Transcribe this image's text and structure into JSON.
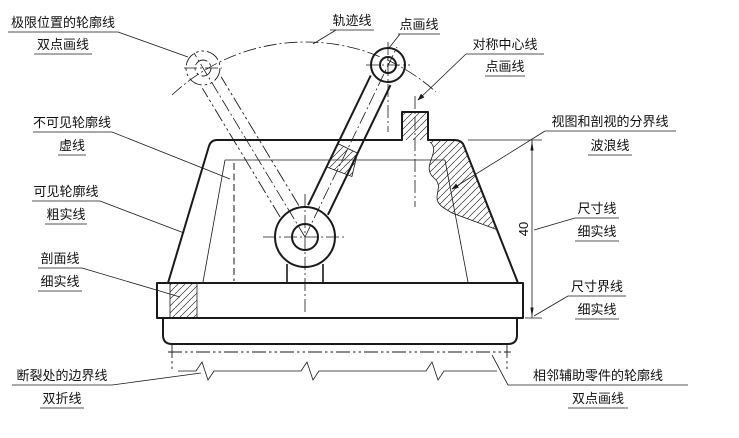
{
  "colors": {
    "ink": "#1a1a1a",
    "paper": "#ffffff"
  },
  "labels": {
    "limit_position": {
      "name": "极限位置的轮廓线",
      "type": "双点画线"
    },
    "trajectory": {
      "name": "轨迹线",
      "type": "点画线"
    },
    "symmetry_center": {
      "name": "对称中心线",
      "type": "点画线"
    },
    "invisible_contour": {
      "name": "不可见轮廓线",
      "type": "虚线"
    },
    "visible_contour": {
      "name": "可见轮廓线",
      "type": "粗实线"
    },
    "section_hatch": {
      "name": "剖面线",
      "type": "细实线"
    },
    "view_section_boundary": {
      "name": "视图和剖视的分界线",
      "type": "波浪线"
    },
    "dimension_line": {
      "name": "尺寸线",
      "type": "细实线"
    },
    "dimension_extension": {
      "name": "尺寸界线",
      "type": "细实线"
    },
    "break_boundary": {
      "name": "断裂处的边界线",
      "type": "双折线"
    },
    "adjacent_part": {
      "name": "相邻辅助零件的轮廓线",
      "type": "双点画线"
    }
  },
  "dimension": {
    "value": "40"
  }
}
